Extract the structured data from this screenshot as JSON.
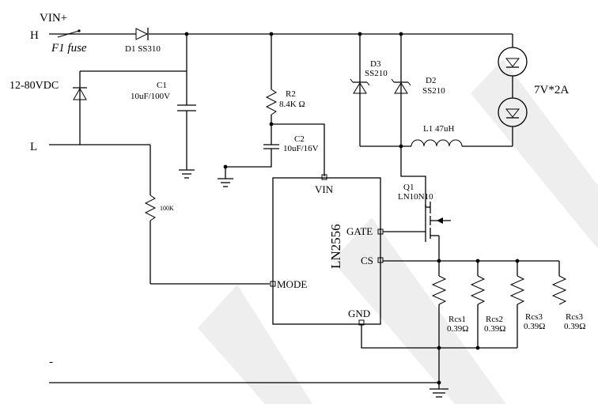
{
  "input": {
    "vin_plus": "VIN+",
    "h_terminal": "H",
    "l_terminal": "L",
    "minus_terminal": "-",
    "fuse_label": "F1  fuse",
    "supply_range": "12-80VDC"
  },
  "components": {
    "d1": "D1 SS310",
    "c1_name": "C1",
    "c1_value": "10uF/100V",
    "r2_name": "R2",
    "r2_value": "8.4K Ω",
    "c2_name": "C2",
    "c2_value": "10uF/16V",
    "r_mode_value": "100K",
    "d3_name": "D3",
    "d3_value": "SS210",
    "d2_name": "D2",
    "d2_value": "SS210",
    "l1": "L1  47uH",
    "load": "7V*2A",
    "q1_name": "Q1",
    "q1_value": "LN10N10",
    "rcs": [
      {
        "name": "Rcs1",
        "value": "0.39Ω"
      },
      {
        "name": "Rcs2",
        "value": "0.39Ω"
      },
      {
        "name": "Rcs3",
        "value": "0.39Ω"
      },
      {
        "name": "Rcs3",
        "value": "0.39Ω"
      }
    ]
  },
  "ic": {
    "name": "LN2556",
    "pins": {
      "vin": "VIN",
      "gate": "GATE",
      "cs": "CS",
      "mode": "MODE",
      "gnd": "GND"
    }
  },
  "watermark_letters": "BH",
  "colors": {
    "line": "#000000",
    "watermark": "#eeeeee",
    "background": "#ffffff"
  }
}
